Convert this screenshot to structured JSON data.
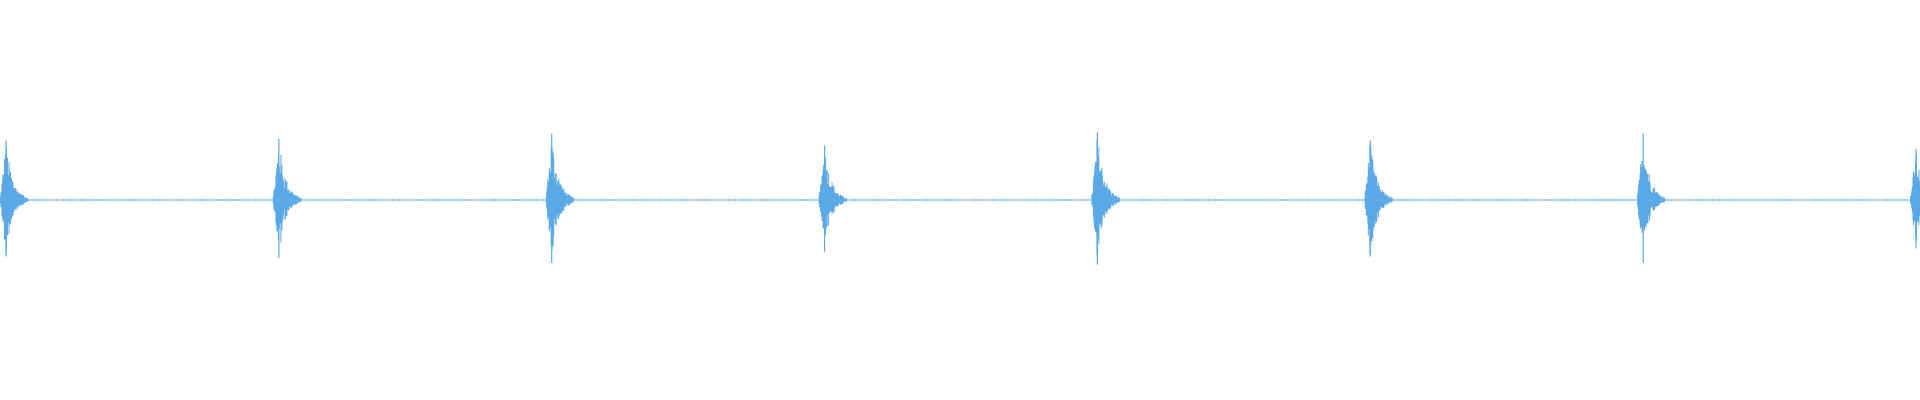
{
  "waveform": {
    "color": "#5aa9e6",
    "baseline_color": "#6fb3ea",
    "background": "#ffffff",
    "num_samples": 8000,
    "burst_count": 8,
    "bursts": [
      {
        "peak": 0.35
      },
      {
        "peak": 0.36
      },
      {
        "peak": 0.39
      },
      {
        "peak": 0.32
      },
      {
        "peak": 0.4
      },
      {
        "peak": 0.35
      },
      {
        "peak": 0.39
      },
      {
        "peak": 0.3
      }
    ]
  }
}
